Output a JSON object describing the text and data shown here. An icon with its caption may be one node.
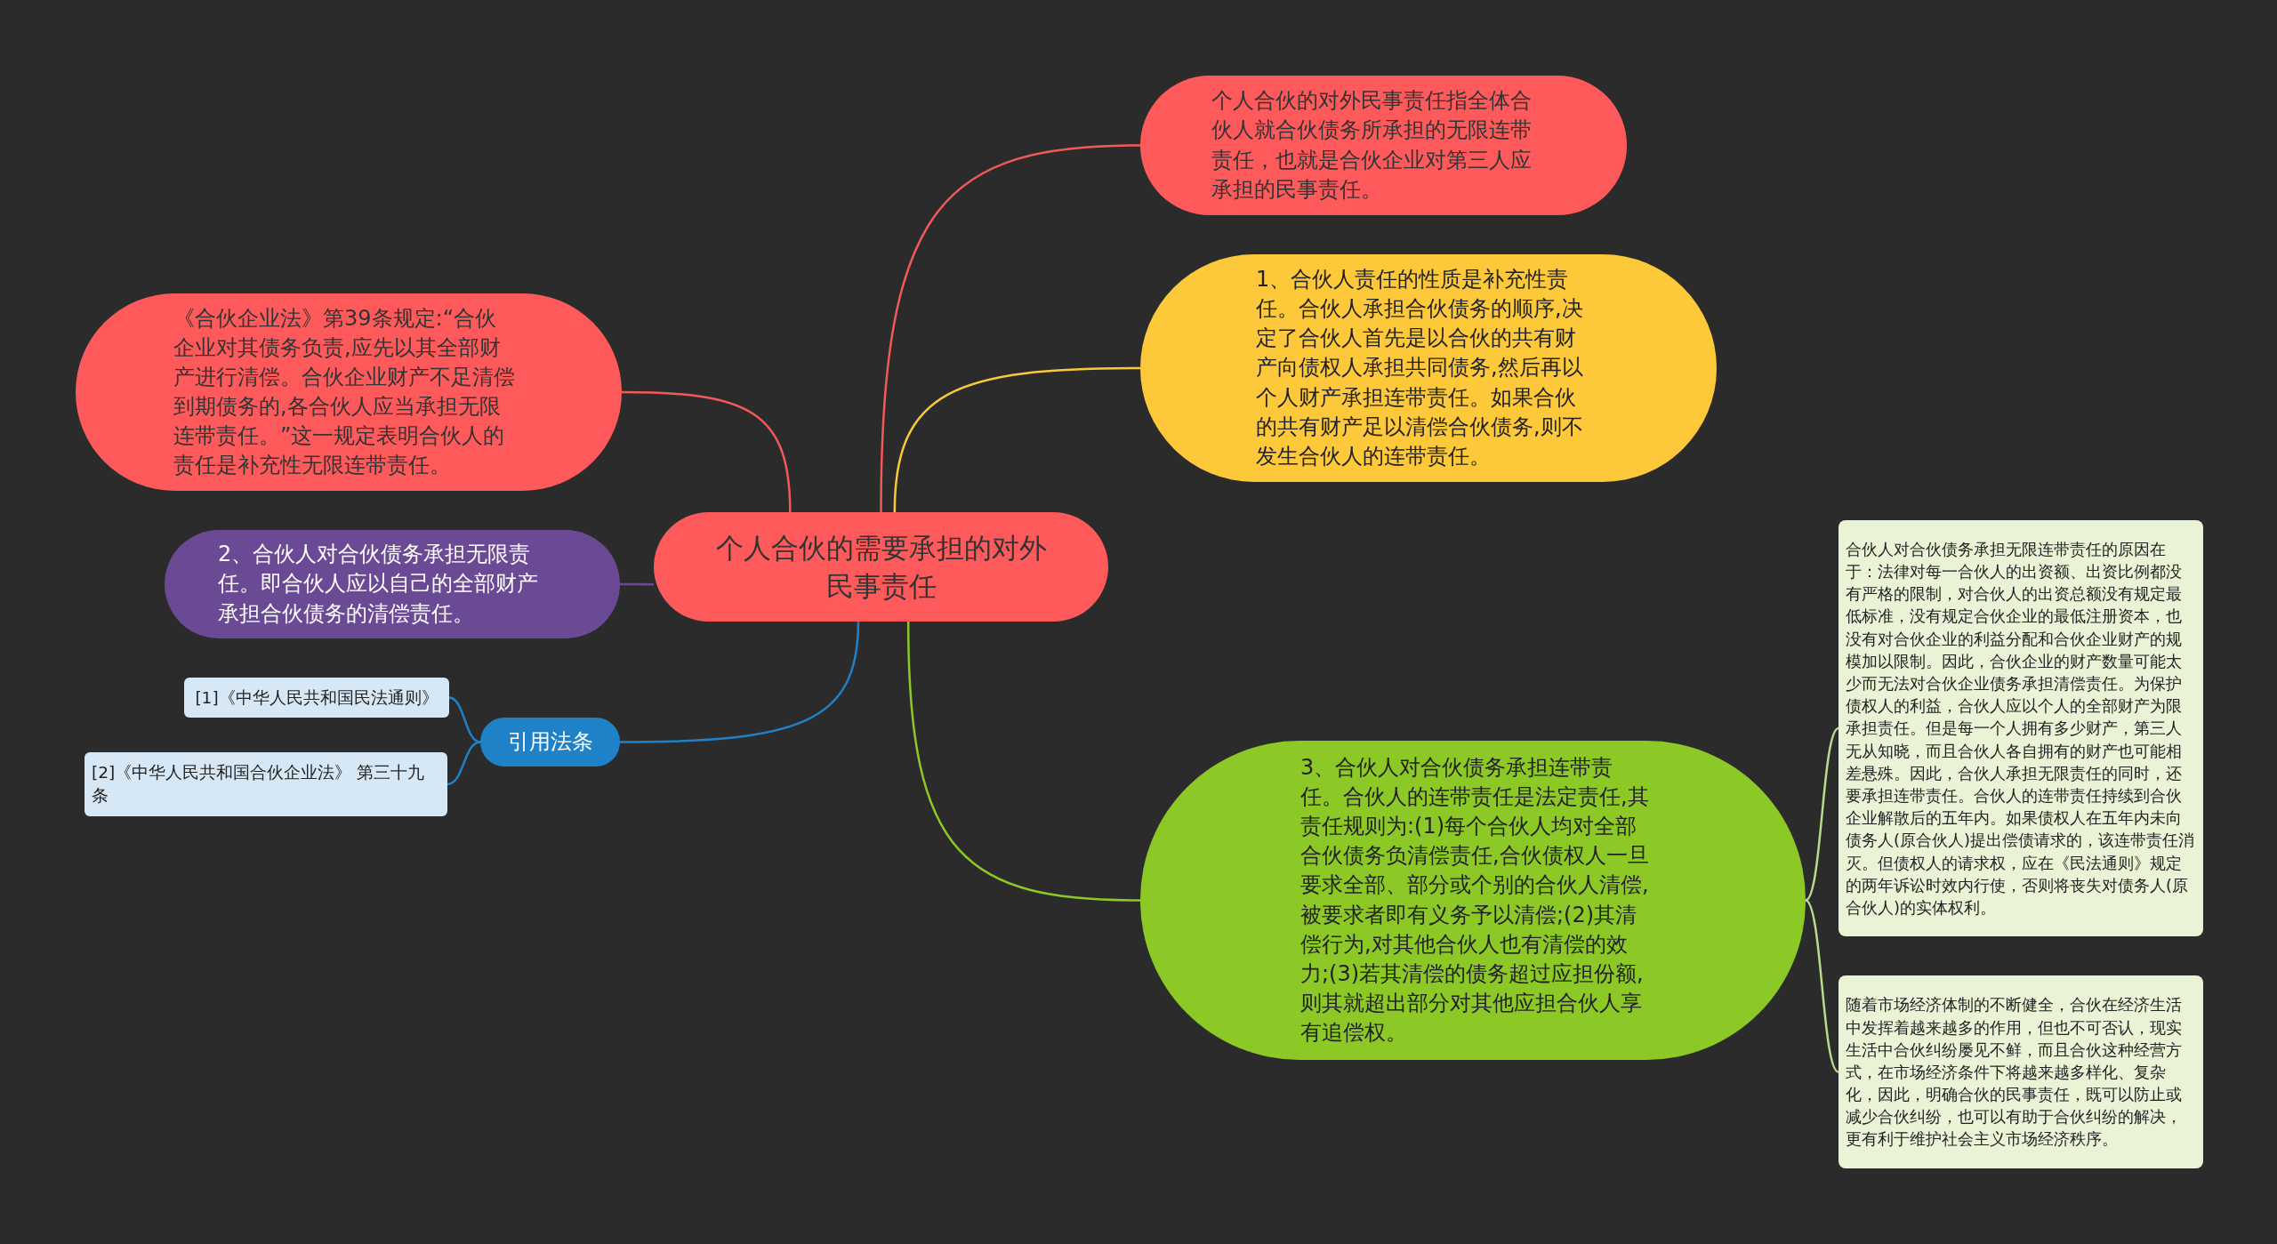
{
  "diagram": {
    "nodes": [
      {
        "text": [
          "个人合伙的需要承担的对外民事责任"
        ]
      },
      {
        "text": [
          "个人合伙的对外民事责任指全体合伙人就合伙债务所承担的无限连带责任，也就是合伙企业对第三人应承担的民事责任。"
        ]
      },
      {
        "text": [
          "1、合伙人责任的性质是补充性责任。合伙人承担合伙债务的顺序,决定了合伙人首先是以合伙的共有财产向债权人承担共同债务,然后再以个人财产承担连带责任。如果合伙的共有财产足以清偿合伙债务,则不发生合伙人的连带责任。"
        ]
      },
      {
        "text": [
          "《合伙企业法》第39条规定:“合伙企业对其债务负责,应先以其全部财产进行清偿。合伙企业财产不足清偿到期债务的,各合伙人应当承担无限连带责任。”这一规定表明合伙人的责任是补充性无限连带责任。"
        ]
      },
      {
        "text": [
          "2、合伙人对合伙债务承担无限责任。即合伙人应以自己的全部财产承担合伙债务的清偿责任。"
        ]
      },
      {
        "text": [
          "引用法条"
        ]
      },
      {
        "text": [
          "[1]《中华人民共和国民法通则》"
        ]
      },
      {
        "text": [
          "[2]《中华人民共和国合伙企业法》 第三十九条"
        ]
      },
      {
        "text": [
          "3、合伙人对合伙债务承担连带责任。合伙人的连带责任是法定责任,其责任规则为:(1)每个合伙人均对全部合伙债务负清偿责任,合伙债权人一旦要求全部、部分或个别的合伙人清偿,被要求者即有义务予以清偿;(2)其清偿行为,对其他合伙人也有清偿的效力;(3)若其清偿的债务超过应担份额,则其就超出部分对其他应担合伙人享有追偿权。"
        ]
      },
      {
        "text": [
          "合伙人对合伙债务承担无限连带责任的原因在于：法律对每一合伙人的出资额、出资比例都没有严格的限制，对合伙人的出资总额没有规定最低标准，没有规定合伙企业的最低注册资本，也没有对合伙企业的利益分配和合伙企业财产的规模加以限制。因此，合伙企业的财产数量可能太少而无法对合伙企业债务承担清偿责任。为保护债权人的利益，合伙人应以个人的全部财产为限承担责任。但是每一个人拥有多少财产，第三人无从知晓，而且合伙人各自拥有的财产也可能相差悬殊。因此，合伙人承担无限责任的同时，还要承担连带责任。合伙人的连带责任持续到合伙企业解散后的五年内。如果债权人在五年内未向债务人(原合伙人)提出偿债请求的，该连带责任消灭。但债权人的请求权，应在《民法通则》规定的两年诉讼时效内行使，否则将丧失对债务人(原合伙人)的实体权利。"
        ]
      },
      {
        "text": [
          "随着市场经济体制的不断健全，合伙在经济生活中发挥着越来越多的作用，但也不可否认，现实生活中合伙纠纷屡见不鲜，而且合伙这种经营方式，在市场经济条件下将越来越多样化、复杂化，因此，明确合伙的民事责任，既可以防止或减少合伙纠纷，也可以有助于合伙纠纷的解决，更有利于维护社会主义市场经济秩序。"
        ]
      }
    ],
    "edges": [
      {
        "from": 0,
        "to": 1,
        "arrow": "none",
        "color": "#f25a5a"
      },
      {
        "from": 0,
        "to": 2,
        "arrow": "none",
        "color": "#f7c93b"
      },
      {
        "from": 0,
        "to": 3,
        "arrow": "none",
        "color": "#f25a5a"
      },
      {
        "from": 0,
        "to": 4,
        "arrow": "none",
        "color": "#6b4a95"
      },
      {
        "from": 0,
        "to": 5,
        "arrow": "none",
        "color": "#1f82c8"
      },
      {
        "from": 5,
        "to": 6,
        "arrow": "none",
        "color": "#1f82c8"
      },
      {
        "from": 5,
        "to": 7,
        "arrow": "none",
        "color": "#1f82c8"
      },
      {
        "from": 0,
        "to": 8,
        "arrow": "none",
        "color": "#8cc826"
      },
      {
        "from": 8,
        "to": 9,
        "arrow": "none",
        "color": "#b9dc8c"
      },
      {
        "from": 8,
        "to": 10,
        "arrow": "none",
        "color": "#b9dc8c"
      }
    ]
  }
}
